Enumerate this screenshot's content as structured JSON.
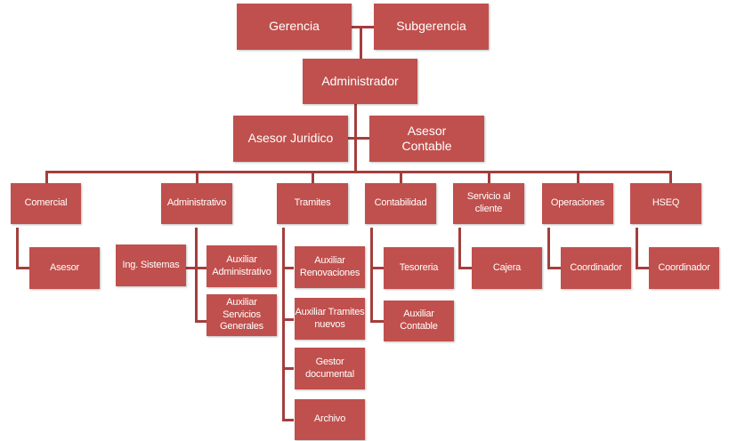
{
  "chart_title": "",
  "colors": {
    "box": "#c0504d",
    "connector": "#a33f3c",
    "text": "#ffffff"
  },
  "top": {
    "gerencia": "Gerencia",
    "subgerencia": "Subgerencia",
    "administrador": "Administrador",
    "asesor_juridico": "Asesor Juridico",
    "asesor_contable": "Asesor Contable"
  },
  "departments": [
    {
      "name": "Comercial",
      "children": [
        "Asesor"
      ]
    },
    {
      "name": "Administrativo",
      "children": [
        "Ing. Sistemas",
        "Auxiliar Administrativo",
        "Auxiliar Servicios Generales"
      ]
    },
    {
      "name": "Tramites",
      "children": [
        "Auxiliar Renovaciones",
        "Auxiliar Tramites nuevos",
        "Gestor documental",
        "Archivo"
      ]
    },
    {
      "name": "Contabilidad",
      "children": [
        "Tesoreria",
        "Auxiliar Contable"
      ]
    },
    {
      "name": "Servicio al cliente",
      "children": [
        "Cajera"
      ]
    },
    {
      "name": "Operaciones",
      "children": [
        "Coordinador"
      ]
    },
    {
      "name": "HSEQ",
      "children": [
        "Coordinador"
      ]
    }
  ]
}
